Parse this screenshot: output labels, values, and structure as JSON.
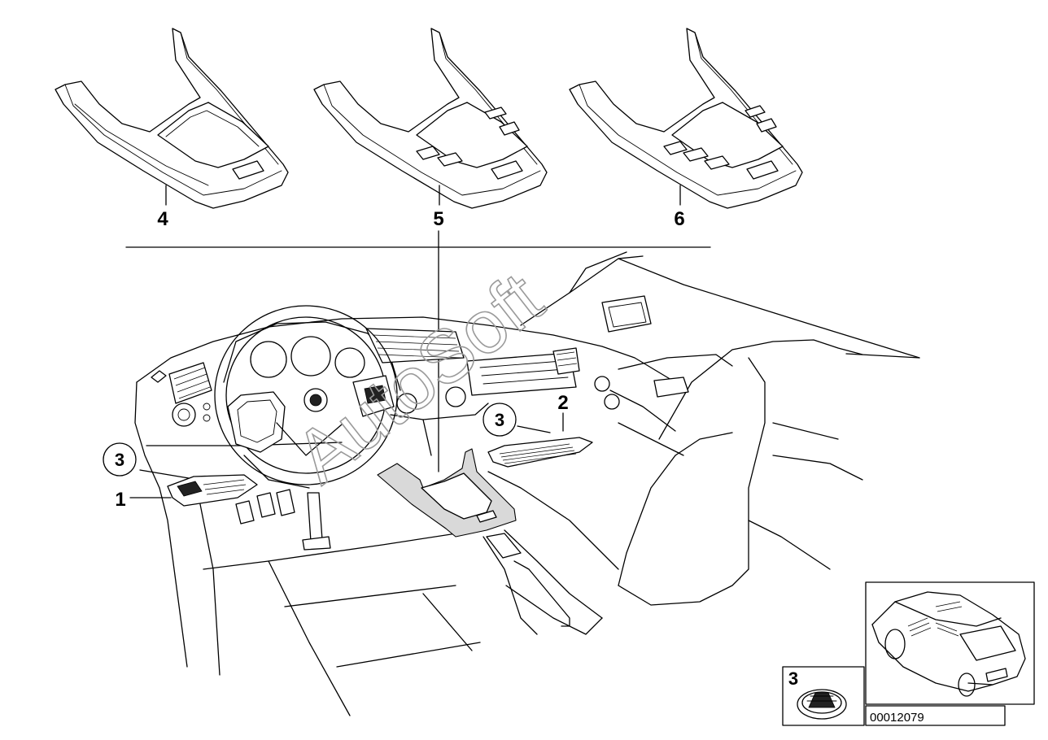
{
  "diagram": {
    "parts": [
      {
        "id": "1",
        "label": "1"
      },
      {
        "id": "2",
        "label": "2"
      },
      {
        "id": "3a",
        "label": "3"
      },
      {
        "id": "3b",
        "label": "3"
      },
      {
        "id": "4",
        "label": "4"
      },
      {
        "id": "5",
        "label": "5"
      },
      {
        "id": "6",
        "label": "6"
      }
    ],
    "detail_box": {
      "label": "3"
    },
    "catalog_number": "00012079",
    "watermark": "AutoSoft"
  }
}
